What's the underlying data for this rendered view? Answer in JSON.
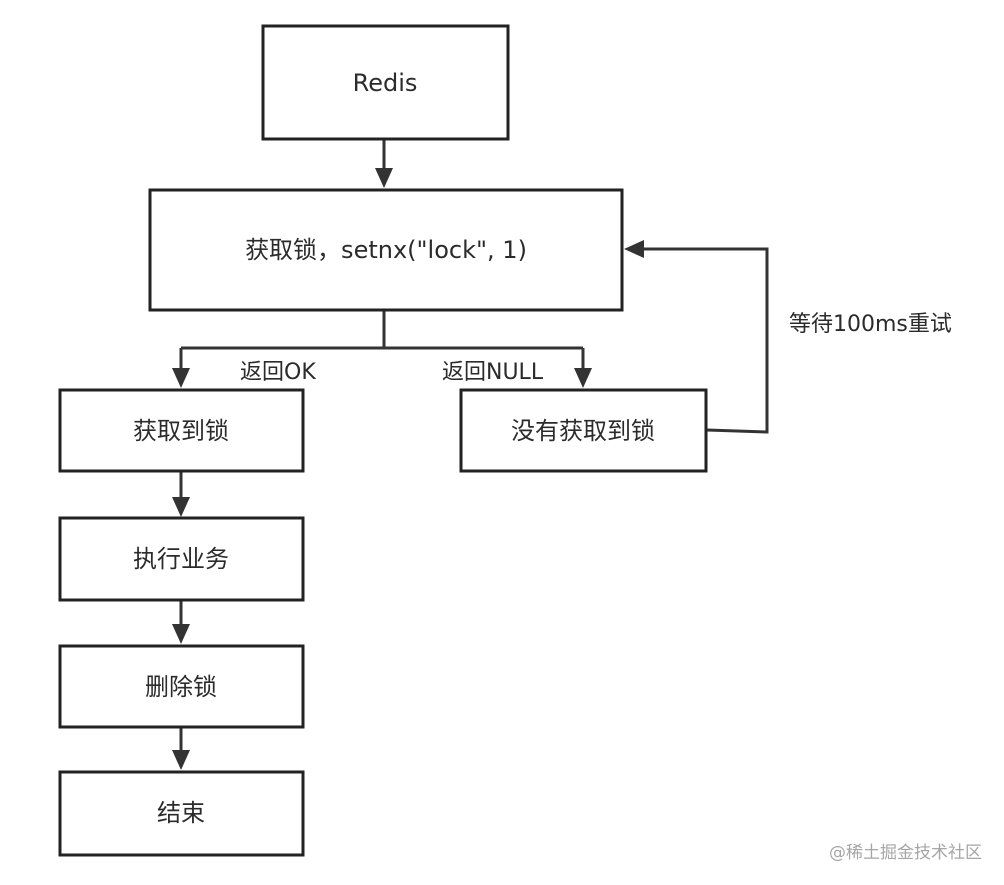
{
  "nodes": {
    "redis": "Redis",
    "acquire": "获取锁，setnx(\"lock\", 1)",
    "got_lock": "获取到锁",
    "no_lock": "没有获取到锁",
    "execute": "执行业务",
    "delete_lock": "删除锁",
    "end": "结束"
  },
  "edges": {
    "ok_label": "返回OK",
    "null_label": "返回NULL",
    "retry_label": "等待100ms重试"
  },
  "watermark": "@稀土掘金技术社区",
  "colors": {
    "stroke": "#222222",
    "text": "#2b2b2b",
    "watermark": "#a6a6a6"
  }
}
